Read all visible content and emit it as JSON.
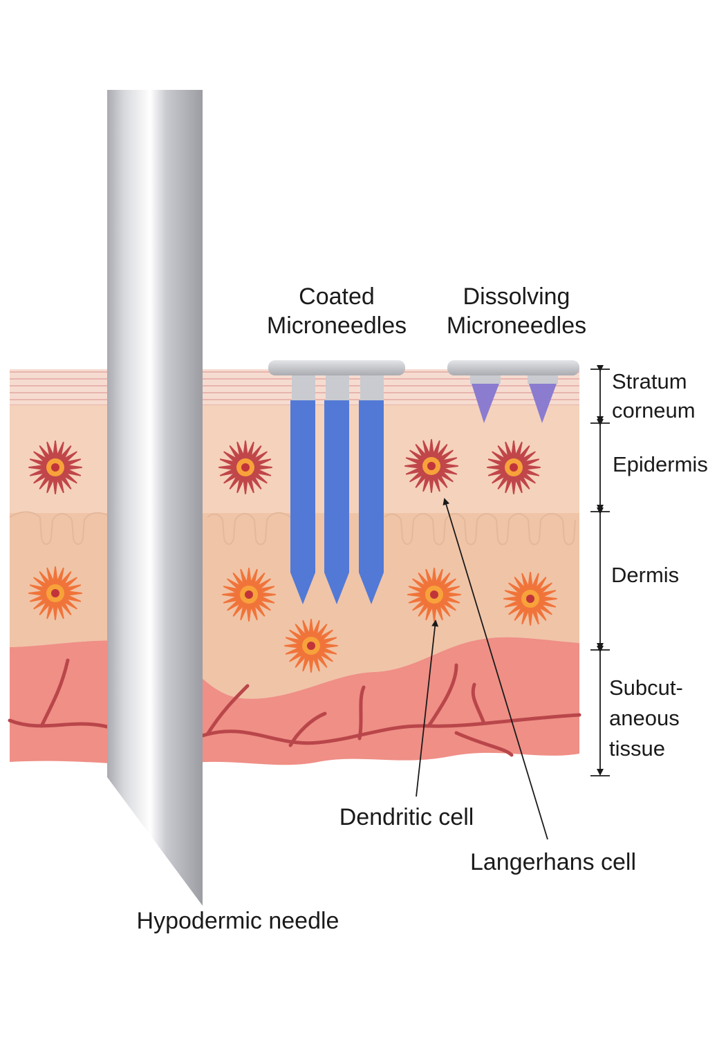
{
  "labels": {
    "coated_line1": "Coated",
    "coated_line2": "Microneedles",
    "dissolving_line1": "Dissolving",
    "dissolving_line2": "Microneedles",
    "stratum_line1": "Stratum",
    "stratum_line2": "corneum",
    "epidermis": "Epidermis",
    "dermis": "Dermis",
    "subcut_line1": "Subcut-",
    "subcut_line2": "aneous",
    "subcut_line3": "tissue",
    "dendritic": "Dendritic cell",
    "langerhans": "Langerhans cell",
    "hypodermic": "Hypodermic needle"
  },
  "colors": {
    "stratum": "#f6dcd0",
    "epidermis": "#f5d2bb",
    "dermis": "#f0c4a7",
    "subcutaneous": "#ef8f86",
    "vessel": "#b9464a",
    "coated_needle": "#5279d6",
    "dissolving_tip": "#8b7cd0",
    "needle_metal": "#c7c8cc",
    "langerhans_cell": "#c0464a",
    "dendritic_cell": "#f0743a"
  }
}
